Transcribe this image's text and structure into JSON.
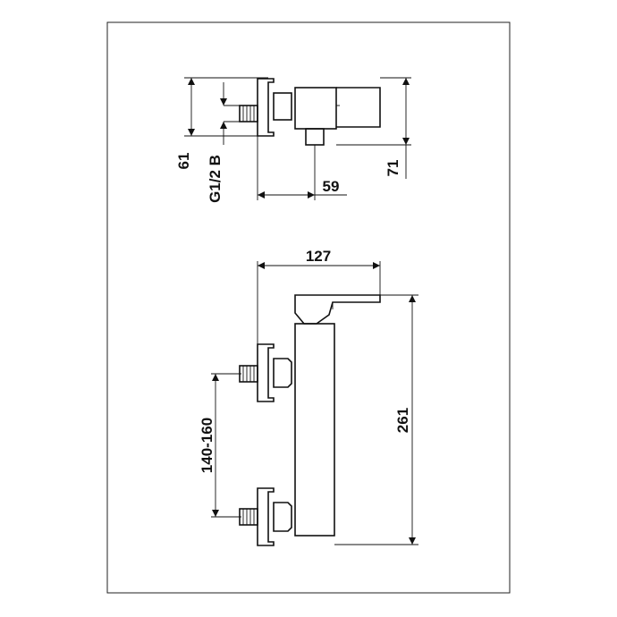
{
  "dimensions": {
    "side_height": "61",
    "thread": "G1/2 B",
    "side_projection": "59",
    "side_total_height": "71",
    "front_width": "127",
    "front_height": "261",
    "inlet_spacing": "140-160"
  },
  "colors": {
    "line": "#111111",
    "background": "#ffffff"
  }
}
